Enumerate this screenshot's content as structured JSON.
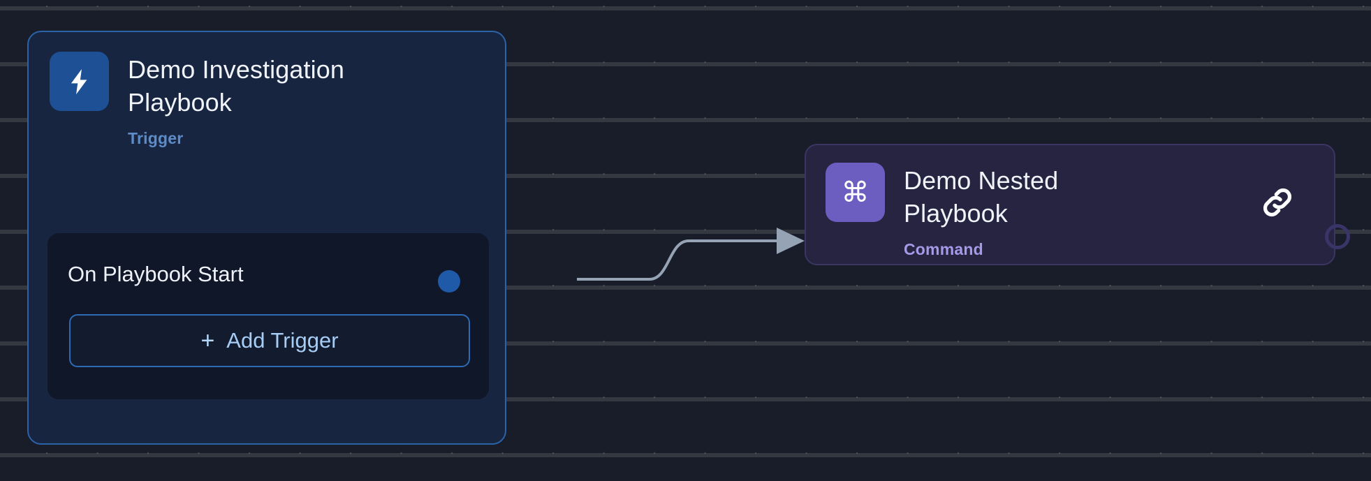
{
  "canvas": {
    "background_color": "#191d29",
    "grid": "dot-grid"
  },
  "nodes": [
    {
      "id": "trigger",
      "icon": "lightning-bolt-icon",
      "icon_color": "#1e5096",
      "title": "Demo Investigation\nPlaybook",
      "subtitle": "Trigger",
      "subtitle_color": "#5d8cc8",
      "border_color": "#2a63a8",
      "background_color": "#172541",
      "body": {
        "row_label": "On Playbook Start",
        "output_port": "connection-dot",
        "output_port_color": "#1f5aa8",
        "add_button_label": "Add Trigger",
        "add_button_icon": "plus-icon",
        "add_button_color": "#a7cdf5"
      }
    },
    {
      "id": "command",
      "icon": "command-key-icon",
      "icon_glyph": "⌘",
      "icon_color": "#6b5ec0",
      "title": "Demo Nested\nPlaybook",
      "subtitle": "Command",
      "subtitle_color": "#a599e8",
      "border_color": "#3b3563",
      "background_color": "#262440",
      "action_icon": "link-icon",
      "output_port": "connection-ring",
      "output_port_color": "#3a3468"
    }
  ],
  "edges": [
    {
      "from": "trigger.output_port",
      "to": "command",
      "style": "smoothstep-arrow",
      "color": "#96a3b4"
    }
  ]
}
